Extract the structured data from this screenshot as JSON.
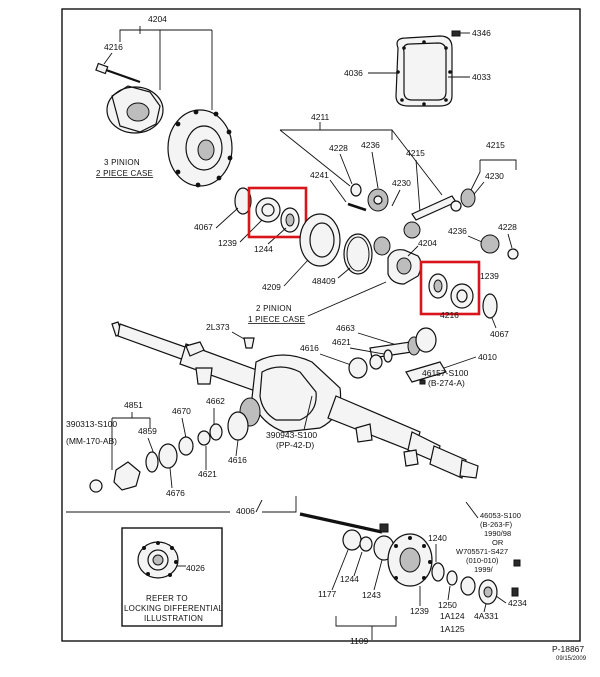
{
  "labels": {
    "l4204a": "4204",
    "l4216a": "4216",
    "l4346": "4346",
    "l4036": "4036",
    "l4033": "4033",
    "l4211": "4211",
    "l4228a": "4228",
    "l4236a": "4236",
    "l4215a": "4215",
    "l4215b": "4215",
    "l4241": "4241",
    "l4230a": "4230",
    "l4230b": "4230",
    "l4067a": "4067",
    "l1239a": "1239",
    "l1244a": "1244",
    "l4204b": "4204",
    "l4236b": "4236",
    "l4228b": "4228",
    "l4209": "4209",
    "l48409": "48409",
    "l1239b": "1239",
    "l4216b": "4216",
    "l4067b": "4067",
    "l2l373": "2L373",
    "l4663": "4663",
    "l4616a": "4616",
    "l4621a": "4621",
    "l4010": "4010",
    "l46157": "46157-S100",
    "l46157b": "(B-274-A)",
    "l4851": "4851",
    "l4670": "4670",
    "l4662": "4662",
    "l390313": "390313-S100",
    "l390313b": "(MM-170-AB)",
    "l4859": "4859",
    "l4621b": "4621",
    "l4616b": "4616",
    "l390943": "390943-S100",
    "l390943b": "(PP-42-D)",
    "l4676": "4676",
    "l4006": "4006",
    "l46053": "46053-S100",
    "l46053b": "(B-263-F)",
    "l46053c": "1990/98",
    "l46053d": "OR",
    "l46053e": "W705571-S427",
    "l46053f": "(010-010)",
    "l46053g": "1999/",
    "l4026": "4026",
    "l1240": "1240",
    "l1177": "1177",
    "l1244b": "1244",
    "l1243": "1243",
    "l1239c": "1239",
    "l1250": "1250",
    "l1a124": "1A124",
    "l1a125": "1A125",
    "l4a331": "4A331",
    "l4234": "4234",
    "l1109": "1109"
  },
  "captions": {
    "three_pinion_1": "3 PINION",
    "three_pinion_2": "2 PIECE CASE",
    "two_pinion_1": "2 PINION",
    "two_pinion_2": "1 PIECE CASE",
    "refer_1": "REFER TO",
    "refer_2": "LOCKING DIFFERENTIAL",
    "refer_3": "ILLUSTRATION"
  },
  "reference": {
    "number": "P-18867",
    "date": "09/15/2009"
  },
  "highlight_color": "#d9141b"
}
